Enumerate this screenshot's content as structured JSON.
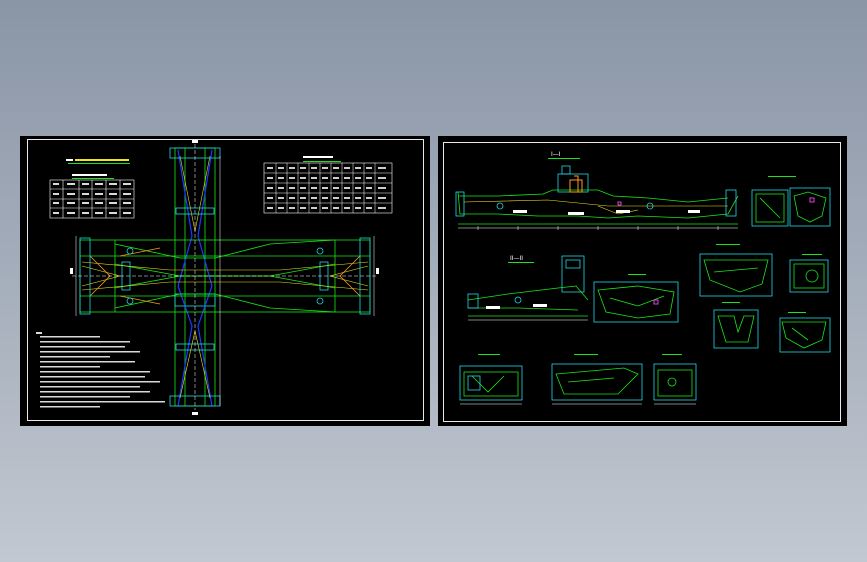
{
  "sheets": {
    "left": {
      "name": "plan-view-sheet"
    },
    "right": {
      "name": "sections-sheet"
    }
  },
  "colors": {
    "background_top": "#8a95a6",
    "background_bottom": "#c2c8d1",
    "paper": "#000000",
    "frame": "#e8e8e8",
    "green": "#19e619",
    "yellow": "#f0e21c",
    "cyan": "#20d8e8",
    "blue": "#1a3cff",
    "white": "#ffffff",
    "red": "#ff3030",
    "magenta": "#e040e0",
    "orange": "#ff9a1c"
  },
  "drawing_text": {
    "left_title_1": "",
    "left_title_2": "",
    "right_title_1": "I—I",
    "right_title_2": "II—II"
  }
}
